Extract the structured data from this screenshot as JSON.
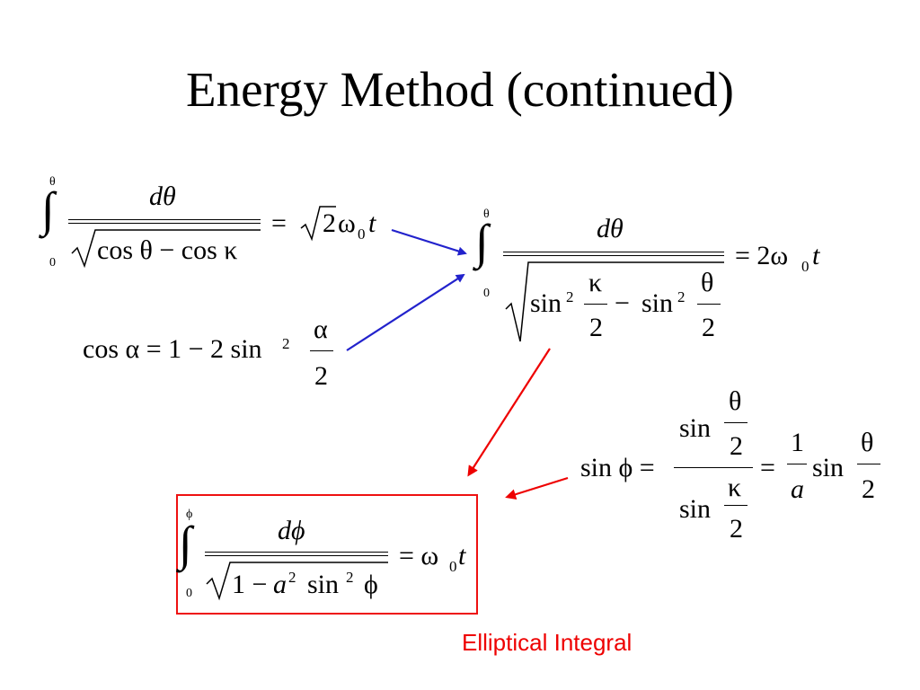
{
  "slide": {
    "title": "Energy Method (continued)"
  },
  "eq1": {
    "integral": "∫",
    "upper": "θ",
    "lower": "0",
    "num": "dθ",
    "den": "cos θ − cos κ",
    "rhs_eq": "=",
    "rhs_root": "2",
    "rhs_omega": "ω",
    "rhs_sub": "0",
    "rhs_t": "t"
  },
  "eq2": {
    "lhs": "cos α = 1 − 2 sin",
    "exp": "2",
    "frac_num": "α",
    "frac_den": "2"
  },
  "eq3": {
    "integral": "∫",
    "upper": "θ",
    "lower": "0",
    "num": "dθ",
    "sin1": "sin",
    "exp1": "2",
    "k_num": "κ",
    "k_den": "2",
    "minus": "−",
    "sin2": "sin",
    "exp2": "2",
    "t_num": "θ",
    "t_den": "2",
    "rhs": "= 2ω",
    "rhs_sub": "0",
    "rhs_t": "t"
  },
  "eq4": {
    "lhs": "sin ϕ =",
    "top_sin": "sin",
    "top_num": "θ",
    "top_den": "2",
    "bot_sin": "sin",
    "bot_num": "κ",
    "bot_den": "2",
    "eq": "=",
    "one": "1",
    "a": "a",
    "sin": "sin",
    "last_num": "θ",
    "last_den": "2"
  },
  "eq5": {
    "integral": "∫",
    "upper": "ϕ",
    "lower": "0",
    "num": "dϕ",
    "den_one": "1 −",
    "den_a": "a",
    "den_exp1": "2",
    "den_sin": "sin",
    "den_exp2": "2",
    "den_phi": "ϕ",
    "rhs": "= ω",
    "rhs_sub": "0",
    "rhs_t": "t"
  },
  "label": {
    "elliptical": "Elliptical Integral"
  },
  "colors": {
    "blue_arrow": "#2222cc",
    "red_arrow": "#ee0000",
    "box_border": "#ee1111"
  }
}
